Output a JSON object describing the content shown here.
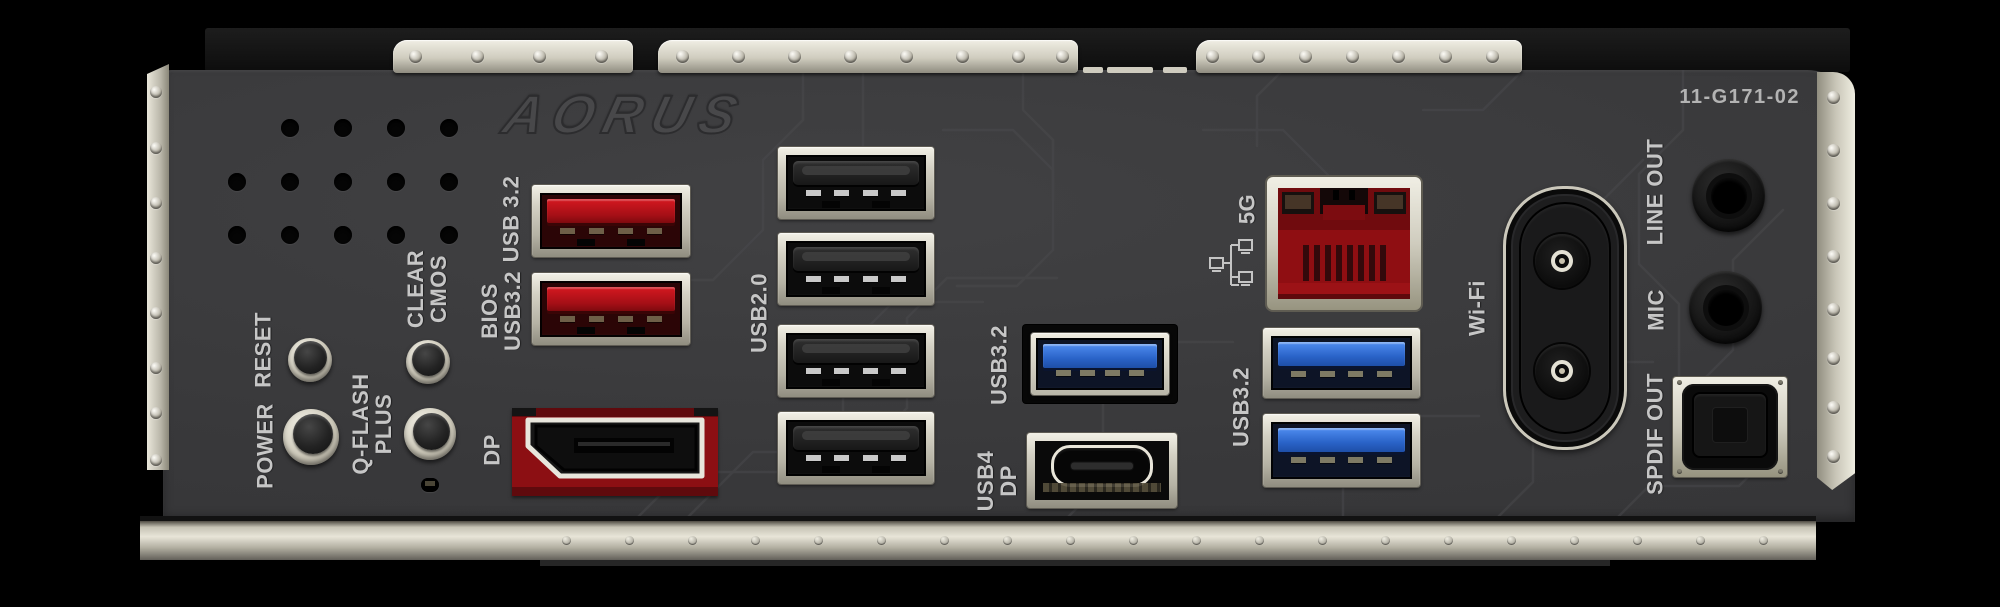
{
  "branding": {
    "logo": "AORUS",
    "part_number": "11-G171-02"
  },
  "io_labels": {
    "power": "POWER",
    "reset": "RESET",
    "qflash": {
      "line1": "Q-FLASH",
      "line2": "PLUS"
    },
    "clear_cmos": {
      "line1": "CLEAR",
      "line2": "CMOS"
    },
    "usb32_red": "USB 3.2",
    "bios_usb32": {
      "line1": "BIOS",
      "line2": "USB3.2"
    },
    "dp": "DP",
    "usb20": "USB2.0",
    "usb32_blue": "USB3.2",
    "usb4": {
      "line1": "USB4",
      "line2": "DP"
    },
    "lan_speed": "5G",
    "usb32_pair": "USB3.2",
    "wifi": "Wi-Fi",
    "line_out": "LINE OUT",
    "mic": "MIC",
    "spdif": "SPDIF OUT"
  },
  "icons": {
    "lan": "network-nodes-icon"
  },
  "hardware": {
    "buttons": [
      "POWER",
      "RESET",
      "Q-FLASH PLUS",
      "CLEAR CMOS"
    ],
    "usb_a_red_ports": 2,
    "usb2_black_ports": 4,
    "usb_a_blue_ports": 3,
    "usb4_type_c_ports": 1,
    "displayport": 1,
    "lan_rj45_ports": 1,
    "wifi_antenna_connectors": 2,
    "audio_jacks": [
      "LINE OUT",
      "MIC"
    ],
    "optical_out": 1,
    "qflash_led": 1
  },
  "colors": {
    "panel": "#3a3a3c",
    "usb_red": "#b41119",
    "usb_blue": "#2e6fd8",
    "lan_red": "#8f0e12",
    "metal": "#d3d0c3",
    "label_text": "#c6c6c6"
  }
}
